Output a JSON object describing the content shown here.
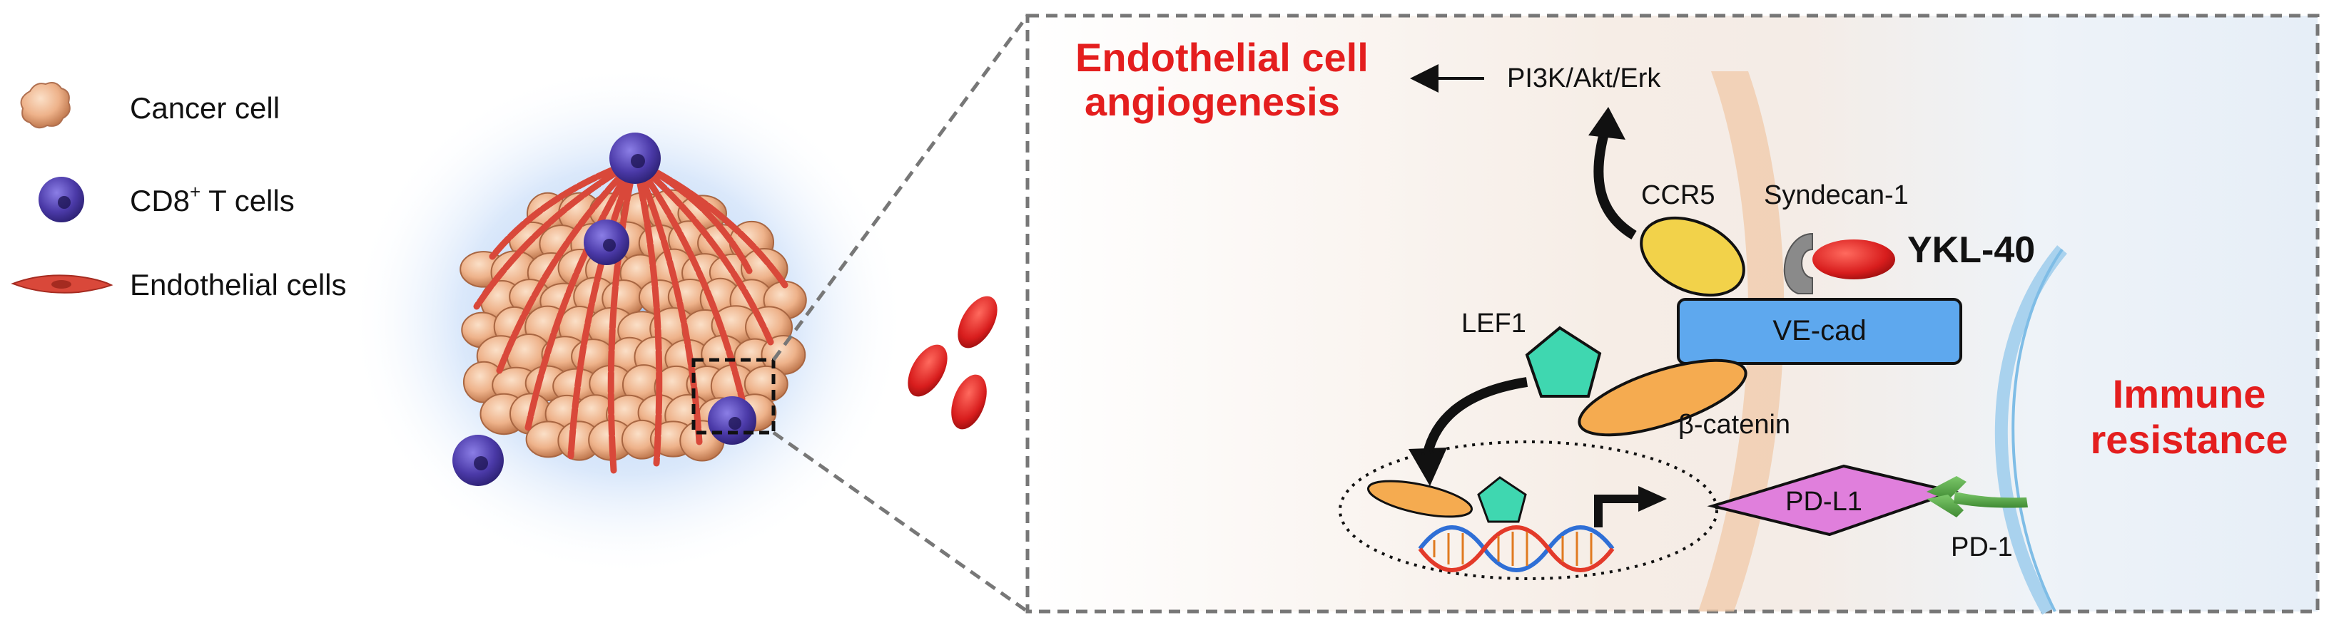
{
  "legend": {
    "cancer": "Cancer cell",
    "tcell_prefix": "CD8",
    "tcell_sup": "+",
    "tcell_suffix": " T cells",
    "endothelial": "Endothelial cells"
  },
  "mechanism": {
    "angiogenesis_line1": "Endothelial cell",
    "angiogenesis_line2": "angiogenesis",
    "pathway": "PI3K/Akt/Erk",
    "ccr5": "CCR5",
    "syndecan": "Syndecan-1",
    "ykl40": "YKL-40",
    "vecad": "VE-cad",
    "lef1": "LEF1",
    "bcatenin": "β-catenin",
    "pdl1": "PD-L1",
    "pd1": "PD-1",
    "immune_line1": "Immune",
    "immune_line2": "resistance"
  },
  "colors": {
    "red_text": "#e41e1e",
    "cancer_cell": "#e9a77a",
    "tcell": "#4b3aa8",
    "endothelial": "#d9483a",
    "vecad": "#5ea8ee",
    "ccr5": "#f2d24a",
    "lef1": "#3fd7b0",
    "bcatenin": "#f5ab50",
    "pdl1": "#e07fdc",
    "pd1": "#5aa54a",
    "ykl40": "#d81d1d"
  }
}
